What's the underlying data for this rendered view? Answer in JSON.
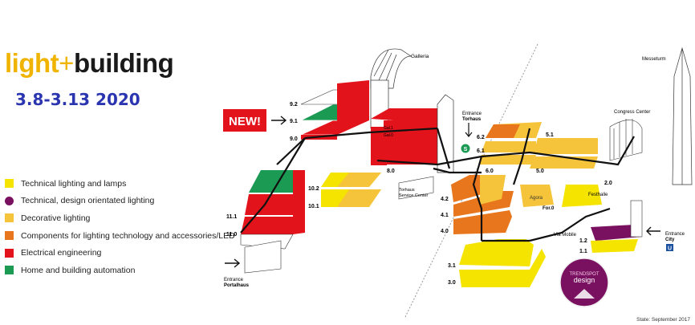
{
  "header": {
    "logo_part1": "light",
    "logo_plus": "+",
    "logo_part2": "building",
    "dates": "3.8-3.13 2020"
  },
  "legend": [
    {
      "label": "Technical lighting and lamps",
      "color": "#f5e300",
      "shape": "square"
    },
    {
      "label": "Technical, design orientated lighting",
      "color": "#7a1060",
      "shape": "circle"
    },
    {
      "label": "Decorative lighting",
      "color": "#f6c43a",
      "shape": "square"
    },
    {
      "label": "Components for lighting technology and accessories/LED",
      "color": "#e8761c",
      "shape": "square"
    },
    {
      "label": "Electrical engineering",
      "color": "#e3131b",
      "shape": "square"
    },
    {
      "label": "Home and building automation",
      "color": "#1b9a54",
      "shape": "square"
    }
  ],
  "map": {
    "new_badge": "NEW!",
    "halls": [
      "9.2",
      "9.1",
      "9.0",
      "8.0",
      "Gal.1",
      "Gal.0",
      "11.1",
      "11.0",
      "10.2",
      "10.1",
      "6.2",
      "6.1",
      "6.0",
      "5.1",
      "5.0",
      "4.2",
      "4.1",
      "4.0",
      "3.1",
      "3.0",
      "1.2",
      "1.1",
      "2.0"
    ],
    "places": {
      "galleria": "Galleria",
      "messeturm": "Messeturm",
      "congress_center": "Congress Center",
      "entrance_torhaus_1": "Entrance",
      "entrance_torhaus_2": "Torhaus",
      "torhaus_sc_1": "Torhaus",
      "torhaus_sc_2": "Service Center",
      "agora": "Agora",
      "forum": "For.0",
      "festhalle": "Festhalle",
      "via_mobile": "Via Mobile",
      "entrance_city_1": "Entrance",
      "entrance_city_2": "City",
      "entrance_portal_1": "Entrance",
      "entrance_portal_2": "Portalhaus",
      "s_badge": "S",
      "u_badge": "U"
    },
    "trendspot_1": "TRENDSPOT",
    "trendspot_2": "design"
  },
  "footer": {
    "state": "State: September 2017"
  }
}
